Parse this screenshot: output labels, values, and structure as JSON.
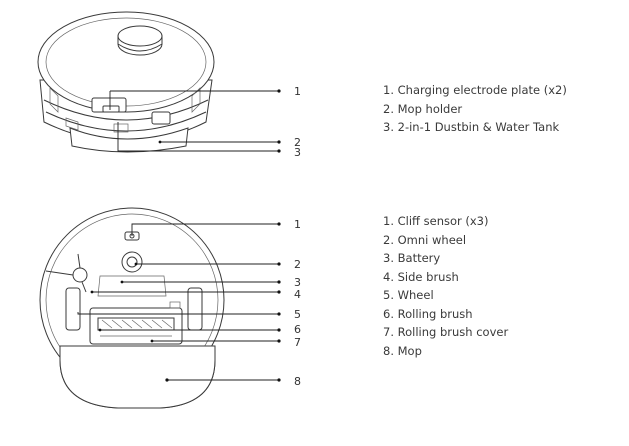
{
  "top_view": {
    "callouts": [
      "1",
      "2",
      "3"
    ],
    "legend": [
      "1. Charging electrode plate (x2)",
      "2. Mop holder",
      "3. 2-in-1 Dustbin & Water Tank"
    ]
  },
  "bottom_view": {
    "callouts": [
      "1",
      "2",
      "3",
      "4",
      "5",
      "6",
      "7",
      "8"
    ],
    "legend": [
      "1. Cliff sensor (x3)",
      "2. Omni wheel",
      "3. Battery",
      "4. Side brush",
      "5. Wheel",
      "6. Rolling brush",
      "7. Rolling brush cover",
      "8. Mop"
    ]
  }
}
